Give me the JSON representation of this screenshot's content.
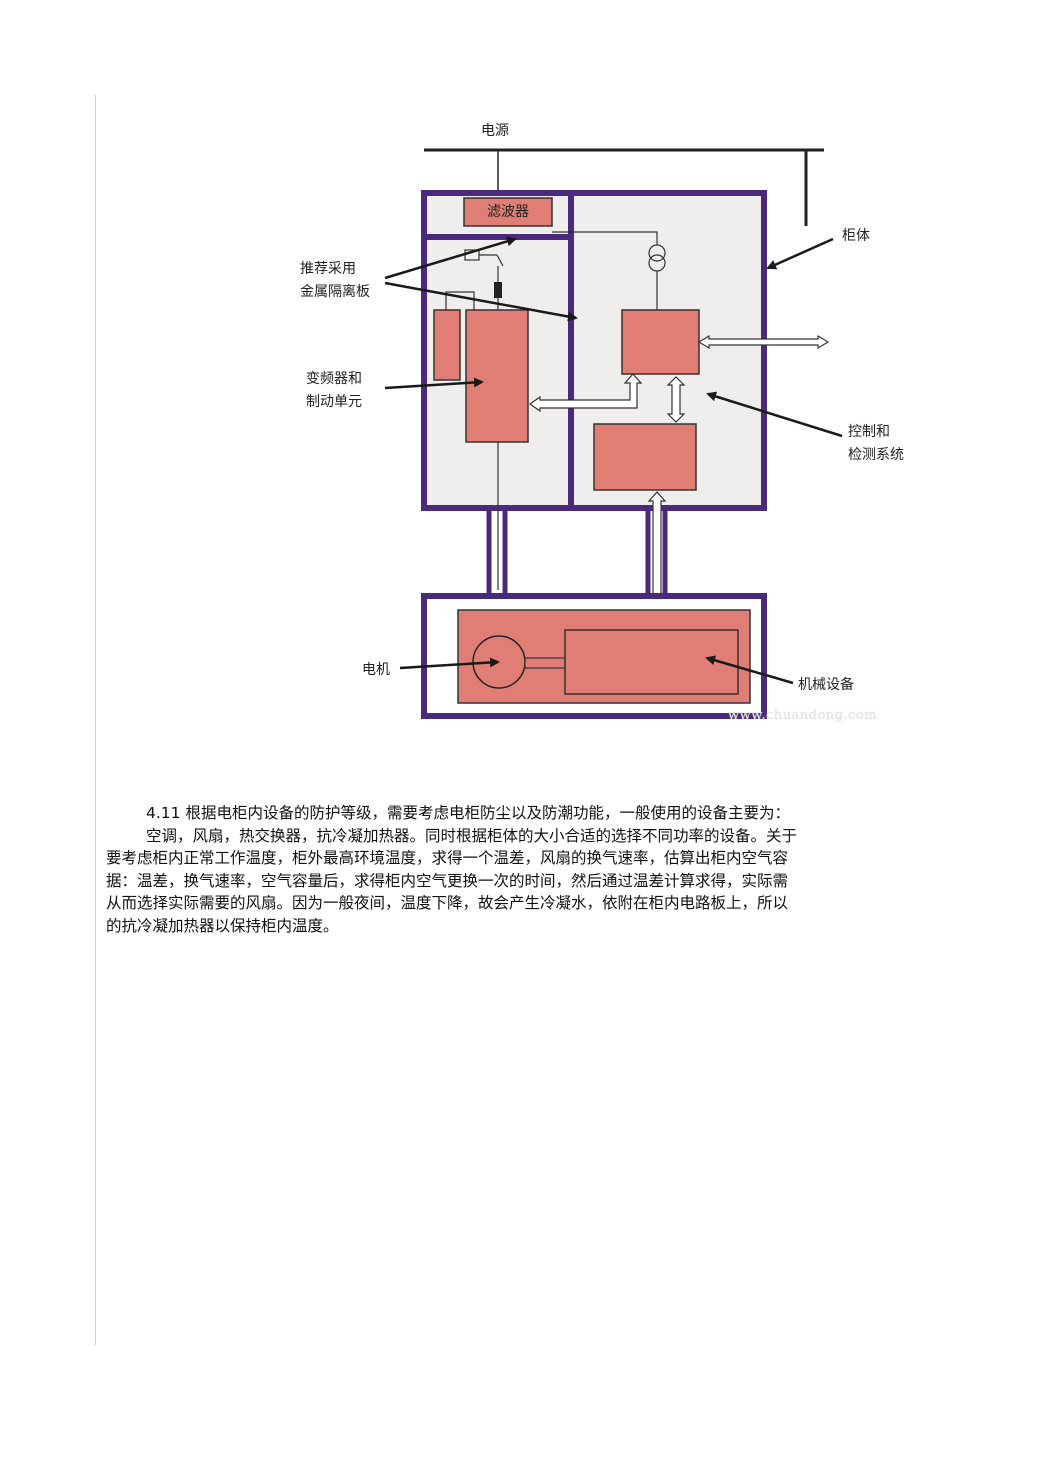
{
  "diagram": {
    "power_label": "电源",
    "filter_label": "滤波器",
    "cabinet_label": "柜体",
    "metal_plate_label": [
      "推荐采用",
      "金属隔离板"
    ],
    "inverter_label": [
      "变频器和",
      "制动单元"
    ],
    "control_label": [
      "控制和",
      "检测系统"
    ],
    "motor_label": "电机",
    "machine_label": "机械设备",
    "watermark": "www.chuandong.com",
    "colors": {
      "frame": "#4b2a7e",
      "block_fill": "#e07e75",
      "panel_bg": "#f0eeec",
      "line": "#333333"
    }
  },
  "text": {
    "lines": [
      "4.11  根据电柜内设备的防护等级，需要考虑电柜防尘以及防潮功能，一般使用的设备主要为：",
      "空调，风扇，热交换器，抗冷凝加热器。同时根据柜体的大小合适的选择不同功率的设备。关于",
      "要考虑柜内正常工作温度，柜外最高环境温度，求得一个温差，风扇的换气速率，估算出柜内空气容",
      "据：温差，换气速率，空气容量后，求得柜内空气更换一次的时间，然后通过温差计算求得，实际需",
      "从而选择实际需要的风扇。因为一般夜间，温度下降，故会产生冷凝水，依附在柜内电路板上，所以",
      "的抗冷凝加热器以保持柜内温度。"
    ]
  }
}
